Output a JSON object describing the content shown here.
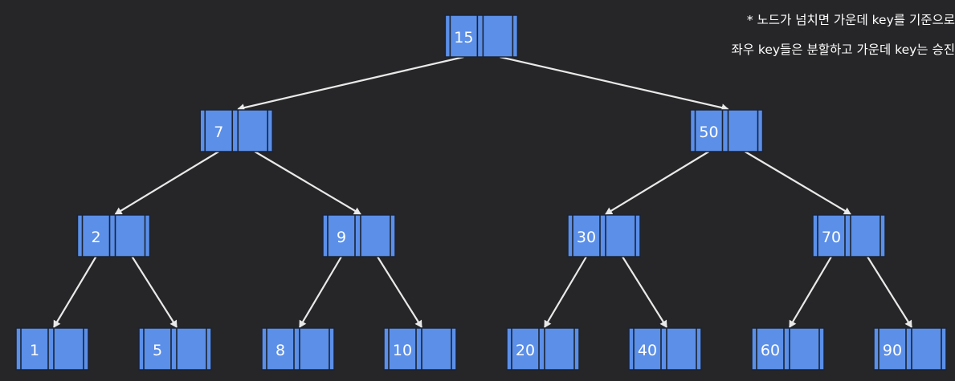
{
  "colors": {
    "background": "#262628",
    "node_fill": "#5b8fe8",
    "node_border": "#1a2233",
    "edge": "#e9e9e9",
    "text": "#ffffff"
  },
  "note": {
    "line1": "* 노드가 넘치면 가운데 key를 기준으로",
    "line2": "좌우 key들은 분할하고 가운데 key는 승진"
  },
  "tree": {
    "key": "15",
    "children": [
      {
        "key": "7",
        "children": [
          {
            "key": "2",
            "children": [
              {
                "key": "1"
              },
              {
                "key": "5"
              }
            ]
          },
          {
            "key": "9",
            "children": [
              {
                "key": "8"
              },
              {
                "key": "10"
              }
            ]
          }
        ]
      },
      {
        "key": "50",
        "children": [
          {
            "key": "30",
            "children": [
              {
                "key": "20"
              },
              {
                "key": "40"
              }
            ]
          },
          {
            "key": "70",
            "children": [
              {
                "key": "60"
              },
              {
                "key": "90"
              }
            ]
          }
        ]
      }
    ]
  }
}
